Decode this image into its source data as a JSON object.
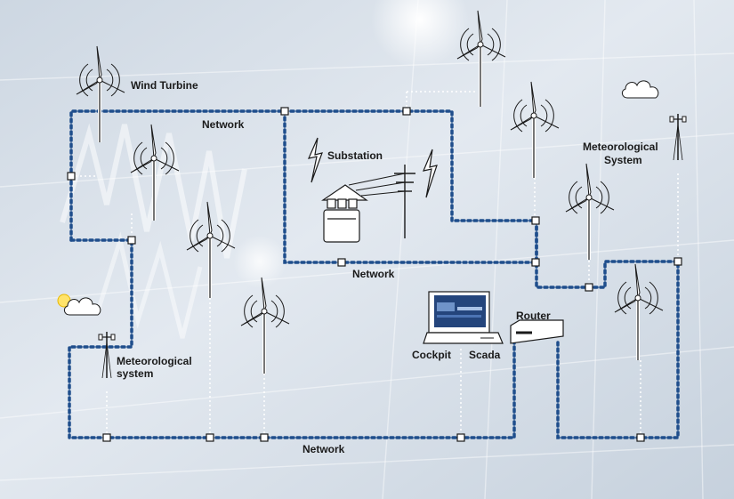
{
  "labels": {
    "wind_turbine": "Wind Turbine",
    "network_top": "Network",
    "substation": "Substation",
    "network_mid": "Network",
    "network_bottom": "Network",
    "met_system_right_line1": "Meteorological",
    "met_system_right_line2": "System",
    "met_system_left_line1": "Meteorological",
    "met_system_left_line2": "system",
    "cockpit": "Cockpit",
    "scada": "Scada",
    "router": "Router"
  },
  "icons": [
    "wind-turbine-icon",
    "substation-icon",
    "lightning-icon",
    "power-pole-icon",
    "cloud-icon",
    "sun-icon",
    "met-mast-icon",
    "computer-icon",
    "router-icon"
  ],
  "colors": {
    "network_line": "#1f4e8c",
    "link_line": "#ffffff",
    "background": "#d6dfe9",
    "node_fill": "#ffffff",
    "node_stroke": "#1a1a1a"
  }
}
